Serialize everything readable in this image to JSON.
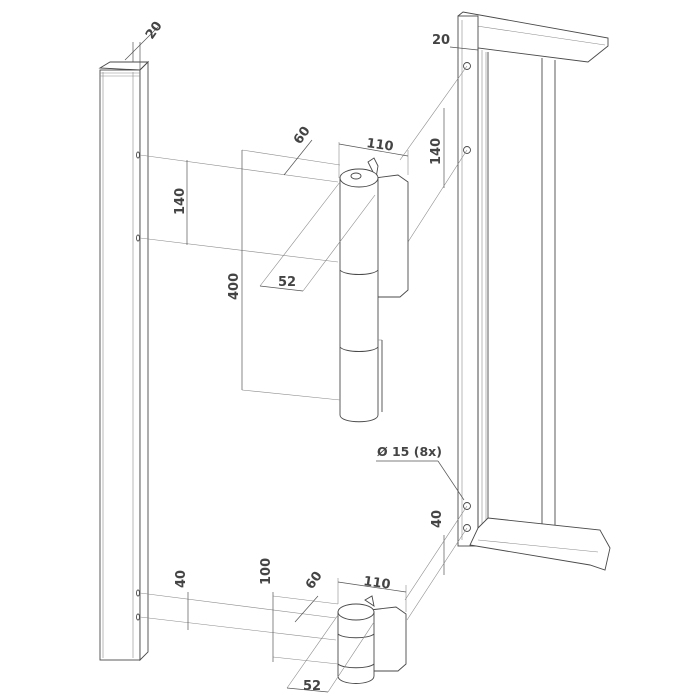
{
  "diagram": {
    "type": "hinge-installation-dimension-drawing",
    "colors": {
      "line": "#4a4a4a",
      "text": "#444444",
      "background": "#ffffff"
    },
    "dimensions": {
      "post_width": "20",
      "frame_offset": "20",
      "frame_hole_spacing_top": "140",
      "upper_hinge_depth": "60",
      "upper_hinge_width": "110",
      "upper_hole_spacing": "140",
      "upper_hinge_height": "400",
      "upper_hinge_barrel": "52",
      "hole_diameter_note": "Ø 15 (8x)",
      "frame_hole_spacing_bottom": "40",
      "lower_hole_spacing": "40",
      "lower_hinge_height": "100",
      "lower_hinge_depth": "60",
      "lower_hinge_width": "110",
      "lower_hinge_barrel": "52"
    }
  }
}
